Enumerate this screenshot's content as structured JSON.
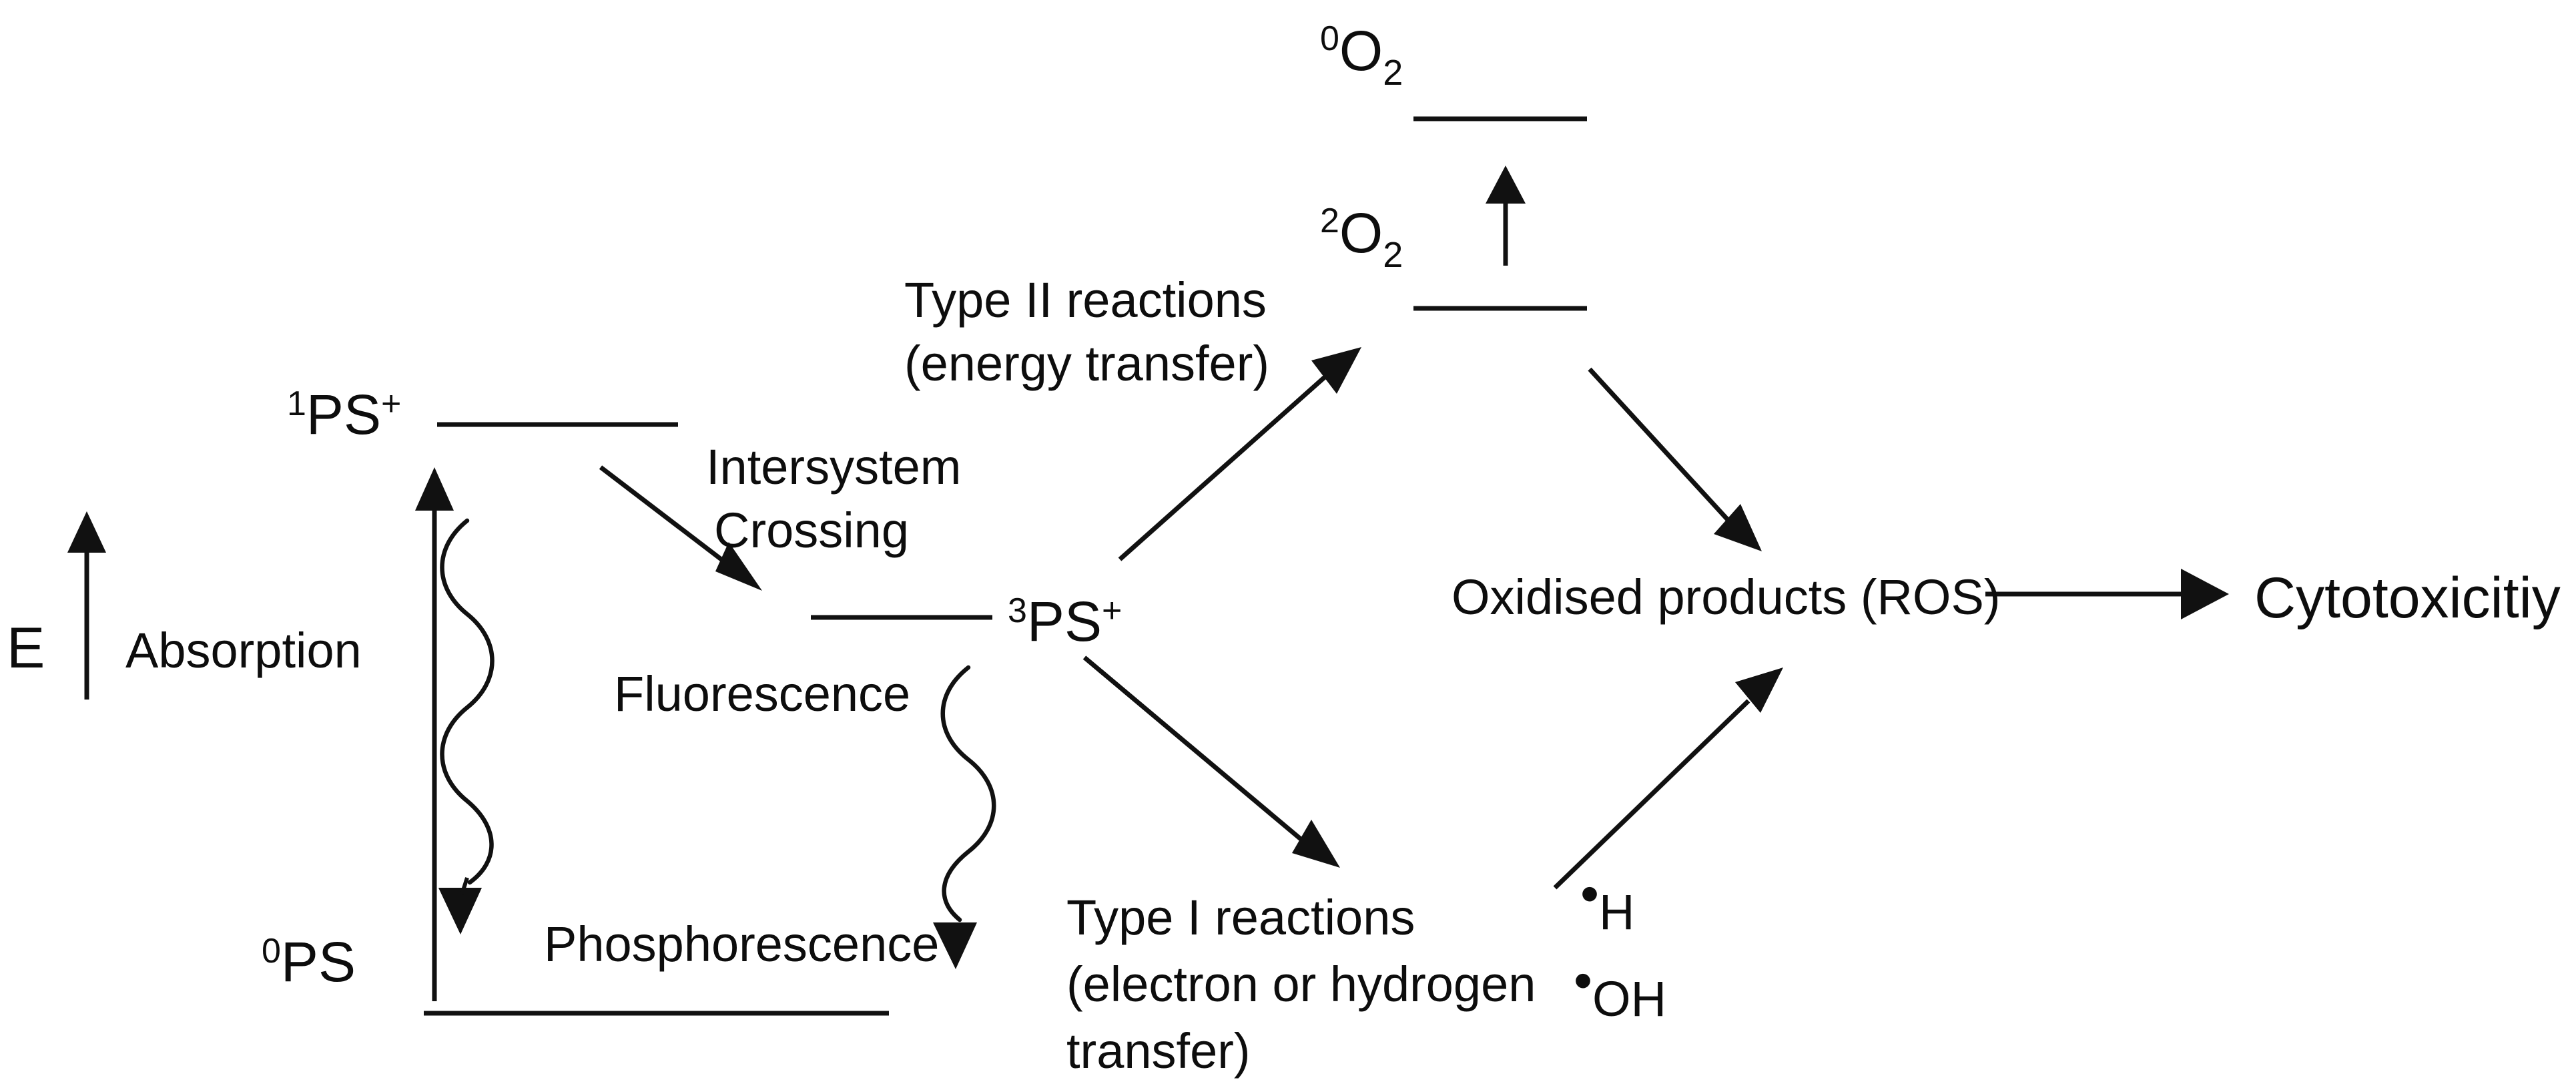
{
  "diagram": {
    "title": "Jablonski-type photodynamic therapy mechanism diagram",
    "background_color": "#ffffff",
    "ink_color": "#111111"
  },
  "axis": {
    "energy_label": "E"
  },
  "states": [
    {
      "id": "ground-ps",
      "superscript": "0",
      "label": "PS",
      "charge": ""
    },
    {
      "id": "singlet-ps",
      "superscript": "1",
      "label": "PS",
      "charge": "+"
    },
    {
      "id": "triplet-ps",
      "superscript": "3",
      "label": "PS",
      "charge": "+"
    },
    {
      "id": "ground-oxygen",
      "superscript": "0",
      "label": "O",
      "subscript": "2"
    },
    {
      "id": "excited-oxygen",
      "superscript": "2",
      "label": "O",
      "subscript": "2"
    }
  ],
  "processes": {
    "absorption": "Absorption",
    "fluorescence": "Fluorescence",
    "phosphorescence": "Phosphorescence",
    "intersystem_crossing_line1": "Intersystem",
    "intersystem_crossing_line2": "Crossing",
    "type2_line1": "Type II reactions",
    "type2_line2": "(energy transfer)",
    "type1_line1": "Type I reactions",
    "type1_line2": "(electron or hydrogen",
    "type1_line3": "transfer)"
  },
  "products": {
    "oxidised": "Oxidised products (ROS)",
    "cytotoxicity": "Cytotoxicitiy",
    "radicals": [
      {
        "dot": "•",
        "formula": "H"
      },
      {
        "dot": "•",
        "formula": "OH"
      }
    ]
  },
  "chart_data": {
    "type": "diagram",
    "title": "Photodynamic therapy Jablonski diagram",
    "energy_levels": [
      {
        "name": "0PS",
        "relative_energy": 0.0,
        "x_range": [
          635,
          1332
        ],
        "y": 1518
      },
      {
        "name": "3PS+",
        "relative_energy": 0.62,
        "x_range": [
          1215,
          1487
        ],
        "y": 925
      },
      {
        "name": "1PS+",
        "relative_energy": 0.88,
        "x_range": [
          655,
          1016
        ],
        "y": 636
      },
      {
        "name": "2O2",
        "relative_energy": 1.05,
        "x_range": [
          2118,
          2378
        ],
        "y": 462
      },
      {
        "name": "0O2",
        "relative_energy": 1.37,
        "x_range": [
          2118,
          2378
        ],
        "y": 178
      }
    ],
    "transitions": [
      {
        "from": "0PS",
        "to": "1PS+",
        "label": "Absorption",
        "style": "straight-up"
      },
      {
        "from": "1PS+",
        "to": "0PS",
        "label": "Fluorescence",
        "style": "wavy-down"
      },
      {
        "from": "1PS+",
        "to": "3PS+",
        "label": "Intersystem Crossing",
        "style": "diagonal-down"
      },
      {
        "from": "3PS+",
        "to": "0PS",
        "label": "Phosphorescence",
        "style": "wavy-down"
      },
      {
        "from": "3PS+",
        "to": "2O2",
        "label": "Type II reactions (energy transfer)",
        "style": "diagonal-up"
      },
      {
        "from": "2O2",
        "to": "0O2",
        "label": "",
        "style": "straight-up"
      },
      {
        "from": "2O2",
        "to": "Oxidised products (ROS)",
        "label": "",
        "style": "diagonal-down"
      },
      {
        "from": "3PS+",
        "to": "Type I reactions",
        "label": "Type I reactions (electron or hydrogen transfer)",
        "style": "diagonal-down"
      },
      {
        "from": "radicals",
        "to": "Oxidised products (ROS)",
        "label": "",
        "style": "diagonal-up"
      },
      {
        "from": "Oxidised products (ROS)",
        "to": "Cytotoxicitiy",
        "label": "",
        "style": "straight-right"
      }
    ]
  }
}
